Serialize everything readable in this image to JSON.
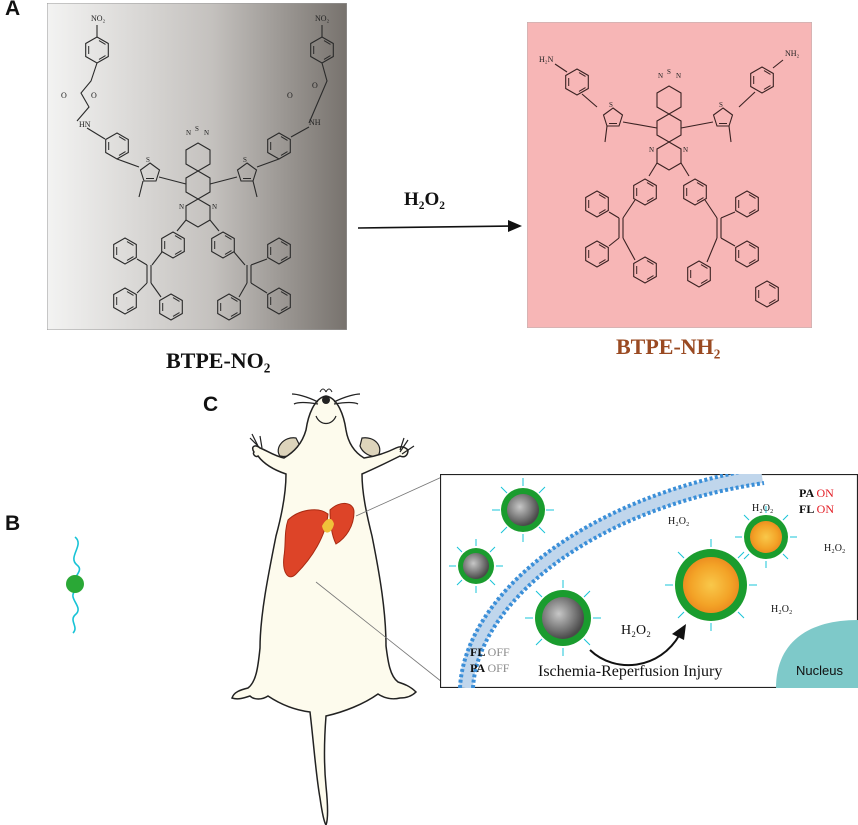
{
  "panels": {
    "a": {
      "letter": "A"
    },
    "b": {
      "letter": "B"
    },
    "c": {
      "letter": "C"
    }
  },
  "reaction": {
    "reagent": "H₂O₂",
    "reactant": {
      "name": "BTPE-NO₂",
      "label_color": "#111111",
      "terminal_group": "NO2",
      "box_gradient": [
        "#f2f2f1",
        "#7d7873"
      ]
    },
    "product": {
      "name": "BTPE-NH₂",
      "label_color": "#9a4a22",
      "terminal_group": "NH2",
      "box_color": "#f7b6b6"
    }
  },
  "cell_view": {
    "top_right": [
      {
        "channel": "PA",
        "state": "ON"
      },
      {
        "channel": "FL",
        "state": "ON"
      }
    ],
    "bottom_left": [
      {
        "channel": "FL",
        "state": "OFF"
      },
      {
        "channel": "PA",
        "state": "OFF"
      }
    ],
    "state_colors": {
      "ON": "#e31b23",
      "OFF": "#8a8a8a"
    },
    "h2o2_labels": [
      "H₂O₂",
      "H₂O₂",
      "H₂O₂",
      "H₂O₂"
    ],
    "arrow_label": "H₂O₂",
    "caption": "Ischemia-Reperfusion Injury",
    "nucleus_label": "Nucleus",
    "nucleus_color": "#7ec9c9",
    "membrane_color": "#3b8fd8"
  },
  "icons": [
    "mouse-illustration",
    "liver-icon",
    "nanoparticle-icon",
    "cell-membrane",
    "reaction-arrow"
  ]
}
